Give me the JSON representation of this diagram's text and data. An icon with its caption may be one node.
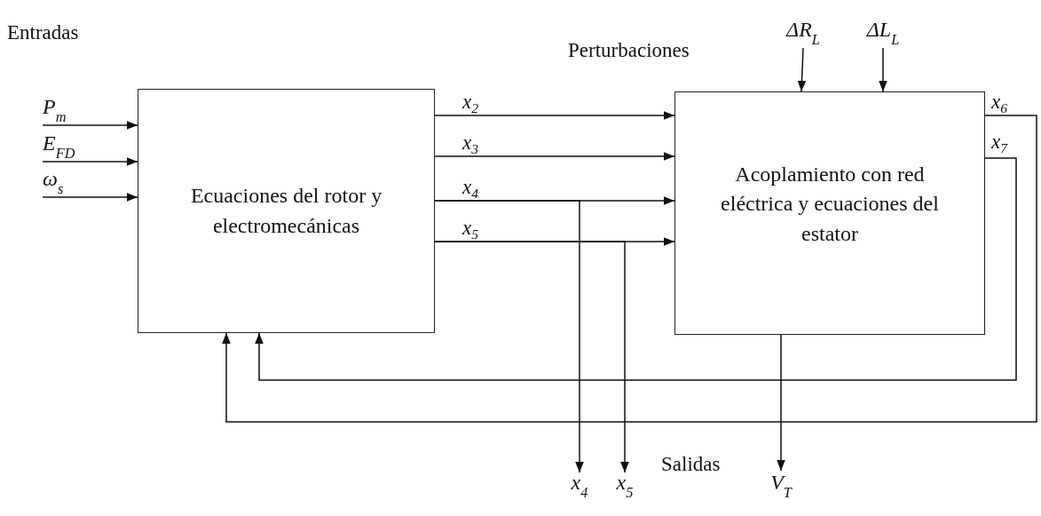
{
  "diagram": {
    "nodes": [
      {
        "text": [
          "Ecuaciones del rotor y electromecánicas"
        ]
      },
      {
        "text": [
          "Acoplamiento con red eléctrica y ecuaciones del estator"
        ]
      },
      {
        "text": [
          "P$_{m}$"
        ]
      },
      {
        "text": [
          "E$_{FD}$"
        ]
      },
      {
        "text": [
          "ω$_{s}$"
        ]
      },
      {
        "text": [
          "ΔR$_{L}$"
        ]
      },
      {
        "text": [
          "ΔL$_{L}$"
        ]
      },
      {
        "text": [
          "x$_{4}$"
        ]
      },
      {
        "text": [
          "x$_{5}$"
        ]
      },
      {
        "text": [
          "V$_{T}$"
        ]
      }
    ],
    "edges": [
      {
        "from": 2,
        "to": 0,
        "arrow": "to"
      },
      {
        "from": 3,
        "to": 0,
        "arrow": "to"
      },
      {
        "from": 4,
        "to": 0,
        "arrow": "to"
      },
      {
        "from": 5,
        "to": 1,
        "arrow": "to"
      },
      {
        "from": 6,
        "to": 1,
        "arrow": "to"
      },
      {
        "from": 0,
        "to": 1,
        "arrow": "to",
        "label": "x$_{2}$"
      },
      {
        "from": 0,
        "to": 1,
        "arrow": "to",
        "label": "x$_{3}$"
      },
      {
        "from": 0,
        "to": 1,
        "arrow": "to",
        "label": "x$_{4}$"
      },
      {
        "from": 0,
        "to": 1,
        "arrow": "to",
        "label": "x$_{5}$"
      },
      {
        "from": 0,
        "to": 7,
        "arrow": "to"
      },
      {
        "from": 0,
        "to": 8,
        "arrow": "to"
      },
      {
        "from": 1,
        "to": 9,
        "arrow": "to"
      },
      {
        "from": 1,
        "to": 0,
        "arrow": "to",
        "label": "x$_{6}$"
      },
      {
        "from": 1,
        "to": 0,
        "arrow": "to",
        "label": "x$_{7}$"
      }
    ],
    "labels": [
      "Entradas",
      "Perturbaciones",
      "Salidas"
    ]
  }
}
